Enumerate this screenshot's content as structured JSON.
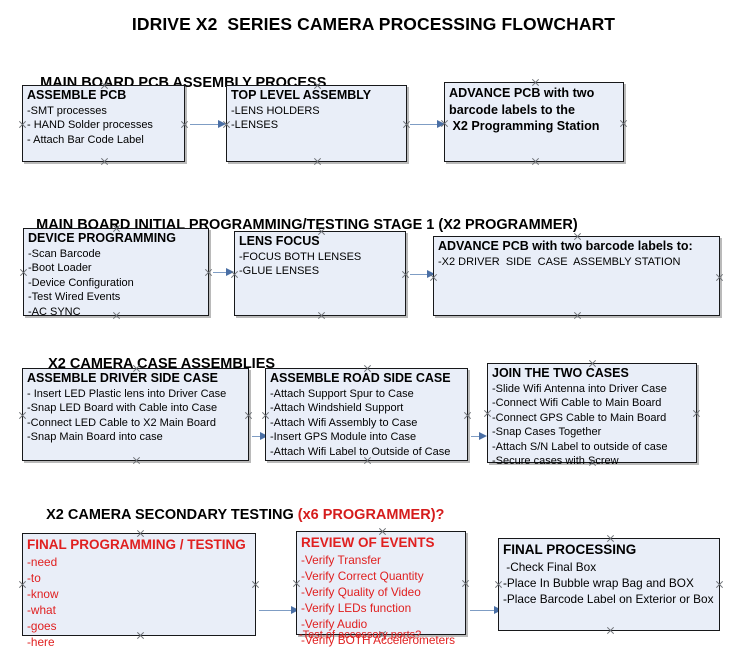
{
  "title": "IDRIVE X2  SERIES CAMERA PROCESSING FLOWCHART",
  "sections": [
    {
      "heading": "MAIN BOARD PCB ASSEMBLY PROCESS",
      "heading_accent": "",
      "nodes": [
        {
          "title": "ASSEMBLE PCB",
          "lines": [
            "-SMT processes",
            "- HAND Solder processes",
            "- Attach Bar Code Label"
          ]
        },
        {
          "title": "TOP LEVEL ASSEMBLY",
          "lines": [
            "-LENS HOLDERS",
            "-LENSES"
          ]
        },
        {
          "title": "ADVANCE PCB with two\nbarcode labels to the\n X2 Programming Station",
          "lines": []
        }
      ]
    },
    {
      "heading": "MAIN BOARD INITIAL PROGRAMMING/TESTING STAGE 1 (X2 PROGRAMMER)",
      "heading_accent": "",
      "nodes": [
        {
          "title": "DEVICE PROGRAMMING",
          "lines": [
            "-Scan Barcode",
            "-Boot Loader",
            "-Device Configuration",
            "-Test Wired Events",
            "-AC SYNC"
          ]
        },
        {
          "title": "LENS FOCUS",
          "lines": [
            "-FOCUS BOTH LENSES",
            "-GLUE LENSES"
          ]
        },
        {
          "title": "ADVANCE PCB with two barcode labels to:",
          "lines": [
            "-X2 DRIVER  SIDE  CASE  ASSEMBLY STATION"
          ]
        }
      ]
    },
    {
      "heading": "X2 CAMERA CASE ASSEMBLIES",
      "heading_accent": "",
      "nodes": [
        {
          "title": "ASSEMBLE DRIVER SIDE CASE",
          "lines": [
            "- Insert LED Plastic lens into Driver Case",
            "-Snap LED Board with Cable into Case",
            "-Connect LED Cable to X2 Main Board",
            "-Snap Main Board into case"
          ]
        },
        {
          "title": "ASSEMBLE ROAD SIDE CASE",
          "lines": [
            "-Attach Support Spur to Case",
            "-Attach Windshield Support",
            "-Attach Wifi Assembly to Case",
            "-Insert GPS Module into Case",
            "-Attach Wifi Label to Outside of Case"
          ]
        },
        {
          "title": "JOIN THE TWO CASES",
          "lines": [
            "-Slide Wifi Antenna into Driver Case",
            "-Connect Wifi Cable to Main Board",
            "-Connect GPS Cable to Main Board",
            "-Snap Cases Together",
            "-Attach S/N Label to outside of case",
            "-Secure cases with Screw"
          ]
        }
      ]
    },
    {
      "heading": "X2 CAMERA SECONDARY TESTING ",
      "heading_accent": "(x6 PROGRAMMER)?",
      "nodes": [
        {
          "title": "FINAL PROGRAMMING / TESTING",
          "lines": [
            "-need",
            "-to",
            "-know",
            "-what",
            "-goes",
            "-here"
          ]
        },
        {
          "title": "REVIEW OF EVENTS",
          "lines": [
            "-Verify Transfer",
            "-Verify Correct Quantity",
            "-Verify Quality of Video",
            "-Verify LEDs function",
            "-Verify Audio",
            "-Verify BOTH Accelerometers"
          ],
          "overflow_line": "-Test of accessory ports?"
        },
        {
          "title": "FINAL PROCESSING",
          "lines": [
            " -Check Final Box",
            "-Place In Bubble wrap Bag and BOX",
            "-Place Barcode Label on Exterior or Box"
          ]
        }
      ]
    }
  ],
  "colors": {
    "node_fill": "#e9eef8",
    "node_border": "#17181a",
    "arrow": "#4a6fa5",
    "accent_red": "#e02020",
    "heading_accent_red": "#d51c1c"
  }
}
